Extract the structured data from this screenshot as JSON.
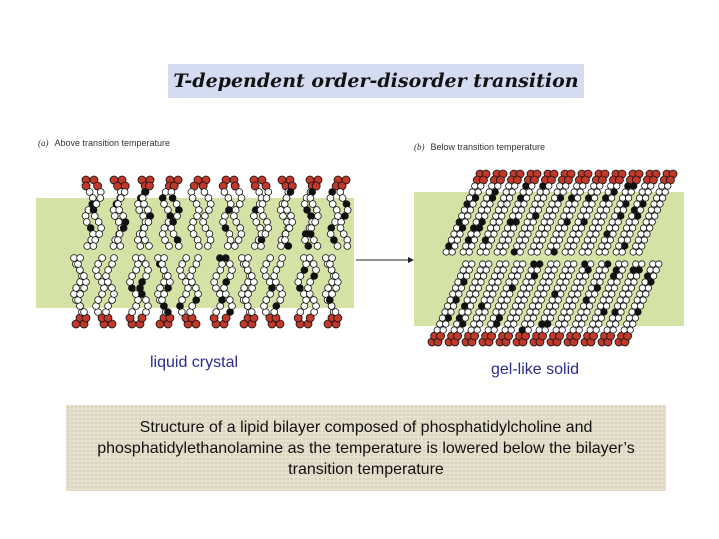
{
  "title": "T-dependent order-disorder transition",
  "panel_a": {
    "letter": "(a)",
    "label": "Above transition temperature",
    "phase": "liquid crystal"
  },
  "panel_b": {
    "letter": "(b)",
    "label": "Below transition temperature",
    "phase": "gel-like solid"
  },
  "caption": "Structure of a lipid bilayer composed of phosphatidylcholine  and phosphatidylethanolamine as the temperature is lowered below the bilayer’s transition temperature",
  "colors": {
    "band": "#d5e2a6",
    "headgroup": "#c0392b",
    "atom_fill": "#ffffff",
    "atom_dark": "#111111",
    "phase_label": "#2b2b8c",
    "title_bg": "#d4dcf2",
    "caption_bg": "#e8e0cf"
  }
}
